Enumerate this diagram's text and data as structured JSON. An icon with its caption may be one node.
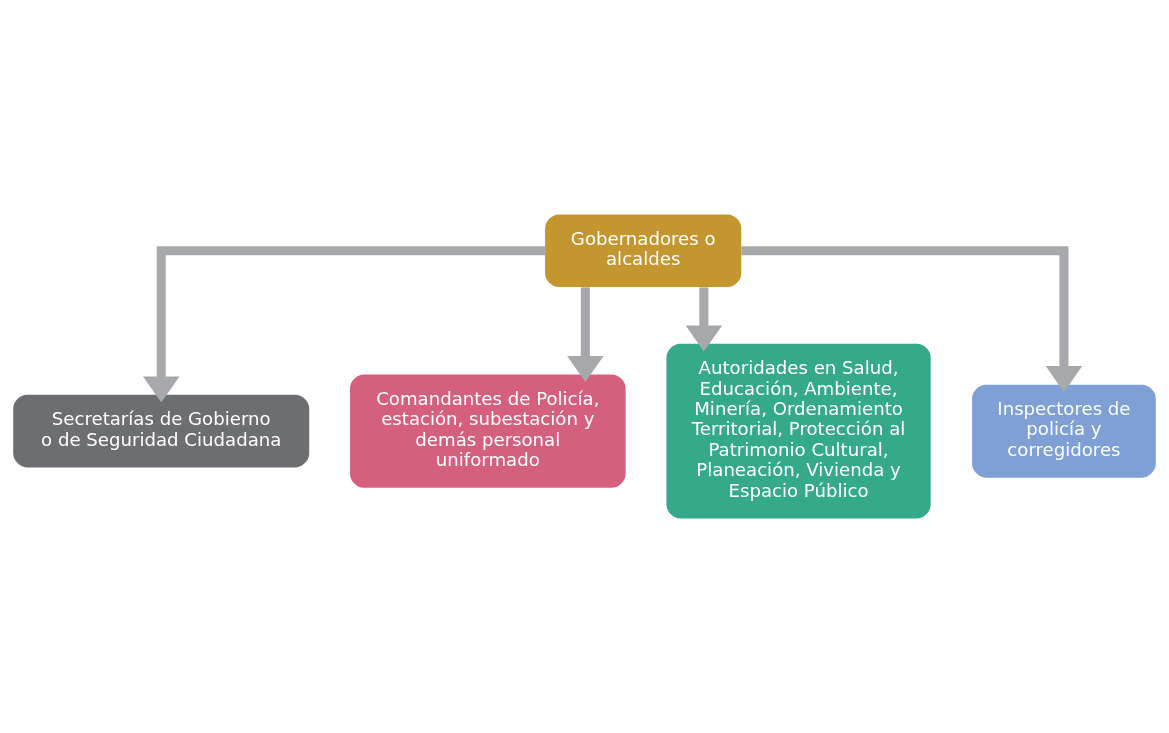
{
  "diagram": {
    "nodes": [
      {
        "text": [
          "Gobernadores o alcaldes"
        ]
      },
      {
        "text": [
          "Secretarías de Gobierno o de Seguridad Ciudadana"
        ]
      },
      {
        "text": [
          "Comandantes de Policía, estación, subestación y demás personal uniformado"
        ]
      },
      {
        "text": [
          "Autoridades en Salud, Educación, Ambiente, Minería, Ordenamiento Territorial, Protección al Patrimonio Cultural, Planeación, Vivienda y Espacio Público"
        ]
      },
      {
        "text": [
          "Inspectores de policía y corregidores"
        ]
      }
    ],
    "edges": [
      {
        "from": 0,
        "to": 1,
        "arrow": "to"
      },
      {
        "from": 0,
        "to": 2,
        "arrow": "to"
      },
      {
        "from": 0,
        "to": 3,
        "arrow": "to"
      },
      {
        "from": 0,
        "to": 4,
        "arrow": "to"
      }
    ]
  }
}
